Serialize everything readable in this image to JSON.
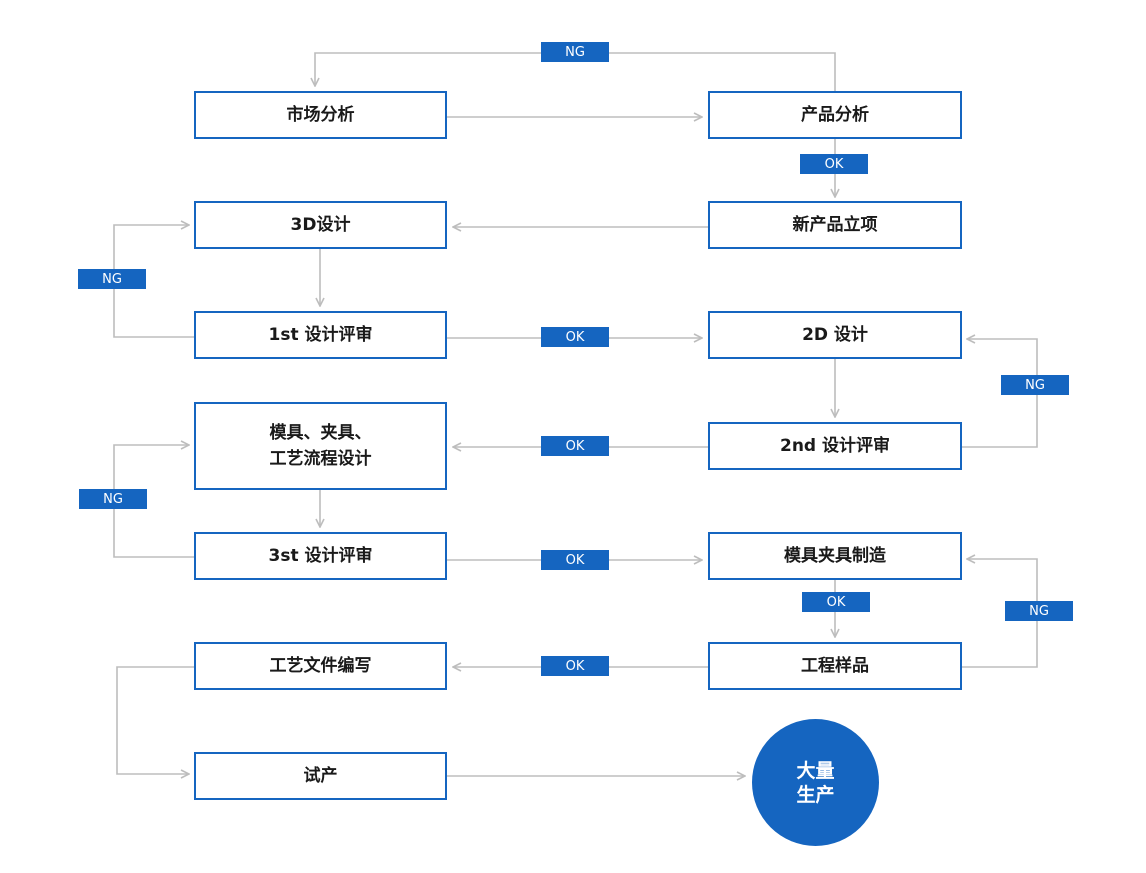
{
  "colors": {
    "accent": "#1565c0",
    "line": "#bdbdbd",
    "text": "#1a1a1a",
    "background": "#ffffff"
  },
  "nodes": {
    "market_analysis": "市场分析",
    "product_analysis": "产品分析",
    "design_3d": "3D设计",
    "new_product_launch": "新产品立项",
    "review_1st": "1st 设计评审",
    "design_2d": "2D 设计",
    "mold_fixture_process_design": "模具、夹具、\n工艺流程设计",
    "review_2nd": "2nd 设计评审",
    "review_3st": "3st 设计评审",
    "mold_fixture_manufacturing": "模具夹具制造",
    "process_doc_writing": "工艺文件编写",
    "engineering_sample": "工程样品",
    "trial_production": "试产",
    "mass_production": "大量\n生产"
  },
  "labels": {
    "ng": "NG",
    "ok": "OK"
  }
}
